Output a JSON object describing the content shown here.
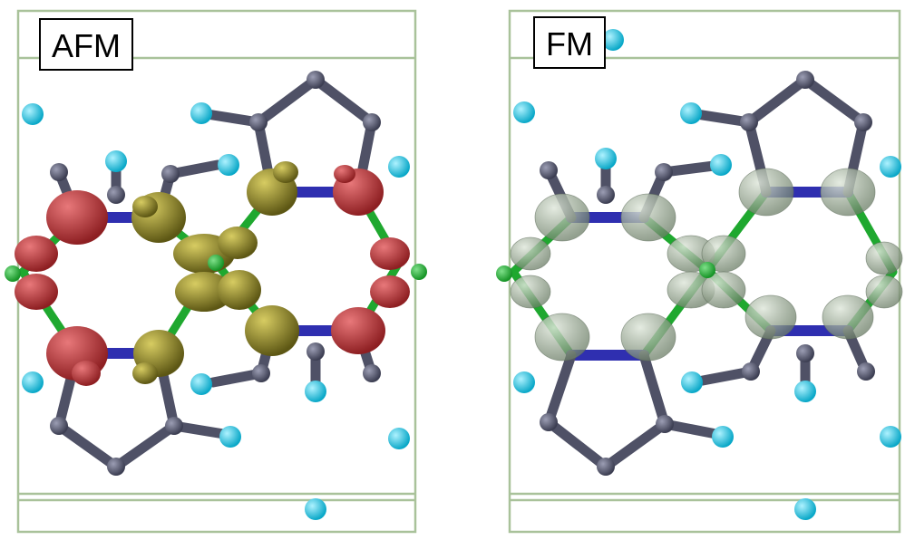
{
  "panels": [
    {
      "id": "afm",
      "label": "AFM"
    },
    {
      "id": "fm",
      "label": "FM"
    }
  ],
  "colors": {
    "cell_edge": "#a9c29a",
    "carbon": "#4f5166",
    "nitrogen": "#2f2fb0",
    "hydrogen": "#22c3dd",
    "metal_bond": "#1fa82f",
    "spin_up": "#c0393b",
    "spin_down": "#9b9230",
    "spin_fm": "#8ea08a"
  }
}
